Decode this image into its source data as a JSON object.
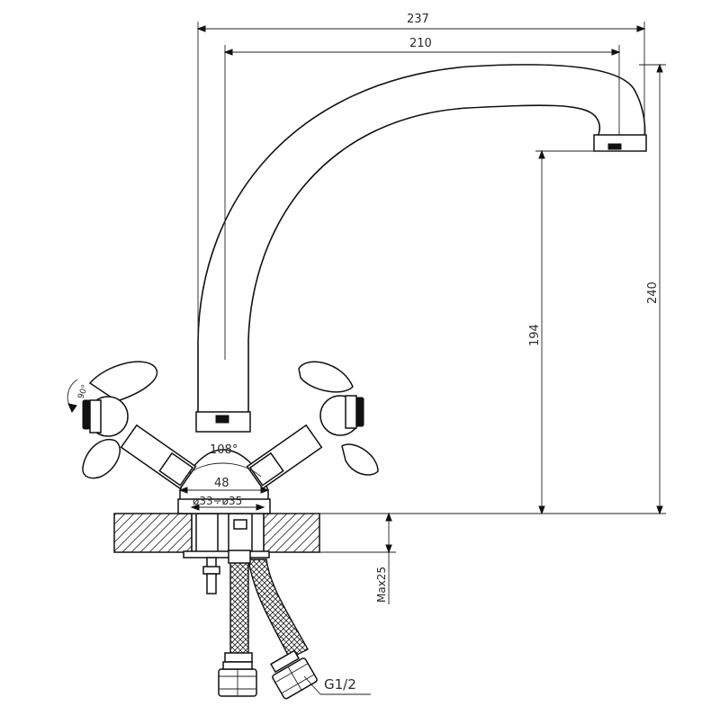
{
  "dimensions": {
    "overall_width": "237",
    "spout_reach": "210",
    "total_height": "240",
    "spout_height": "194",
    "handle_angle": "108°",
    "body_width": "48",
    "hole_diameter": "ø33÷ø35",
    "max_counter_thickness": "Max25",
    "hose_thread": "G1/2",
    "handle_rotation": "90°"
  },
  "colors": {
    "line": "#111111",
    "dimension_text": "#2a2a2a",
    "background": "#ffffff"
  }
}
